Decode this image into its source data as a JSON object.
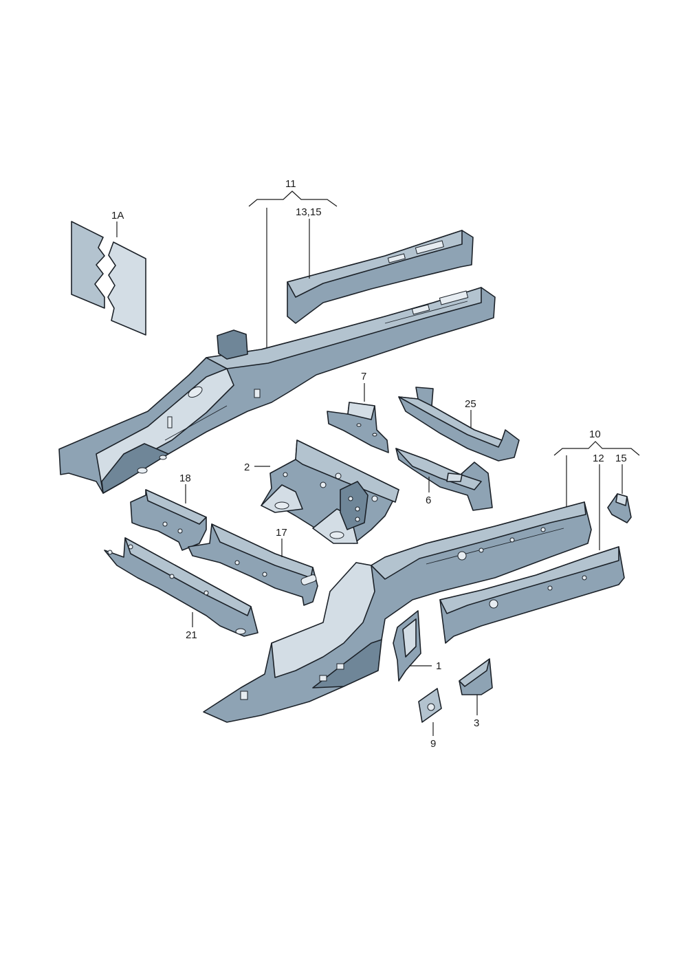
{
  "diagram": {
    "labels": {
      "l_1A": "1A",
      "l_11": "11",
      "l_13_15": "13,15",
      "l_7": "7",
      "l_25": "25",
      "l_2": "2",
      "l_6": "6",
      "l_18": "18",
      "l_17": "17",
      "l_21": "21",
      "l_10": "10",
      "l_12": "12",
      "l_15": "15",
      "l_1": "1",
      "l_3": "3",
      "l_9": "9"
    }
  }
}
